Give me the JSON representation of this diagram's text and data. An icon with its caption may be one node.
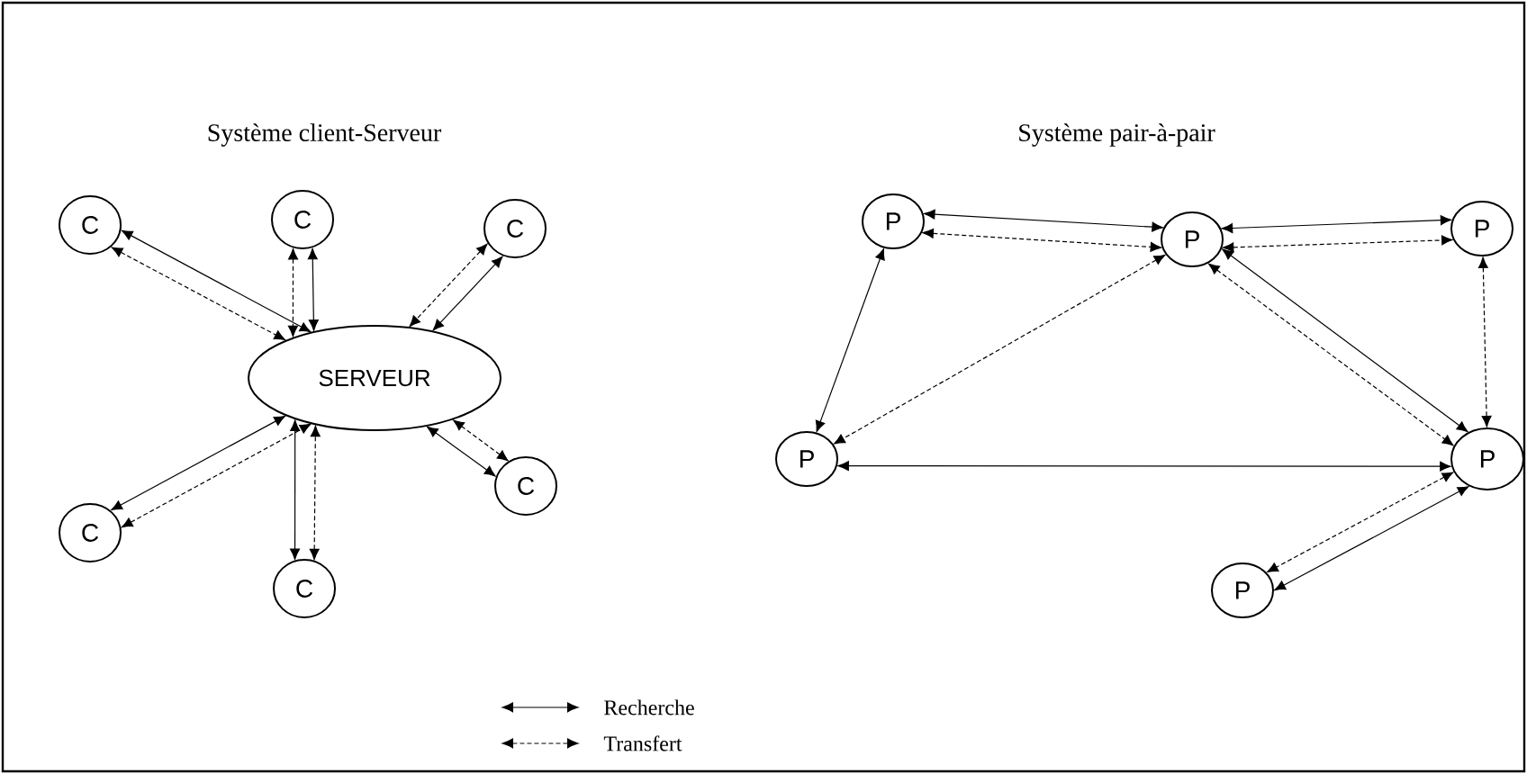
{
  "diagram": {
    "nodes": [
      {
        "text": [
          "SERVEUR"
        ]
      },
      {
        "text": [
          "C"
        ]
      },
      {
        "text": [
          "C"
        ]
      },
      {
        "text": [
          "C"
        ]
      },
      {
        "text": [
          "C"
        ]
      },
      {
        "text": [
          "C"
        ]
      },
      {
        "text": [
          "C"
        ]
      },
      {
        "text": [
          "P"
        ]
      },
      {
        "text": [
          "P"
        ]
      },
      {
        "text": [
          "P"
        ]
      },
      {
        "text": [
          "P"
        ]
      },
      {
        "text": [
          "P"
        ]
      },
      {
        "text": [
          "P"
        ]
      }
    ],
    "edges": [
      {
        "from": 1,
        "to": 0,
        "arrow": "both"
      },
      {
        "from": 1,
        "to": 0,
        "arrow": "both",
        "style": "dashed"
      },
      {
        "from": 2,
        "to": 0,
        "arrow": "both"
      },
      {
        "from": 2,
        "to": 0,
        "arrow": "both",
        "style": "dashed"
      },
      {
        "from": 3,
        "to": 0,
        "arrow": "both"
      },
      {
        "from": 3,
        "to": 0,
        "arrow": "both",
        "style": "dashed"
      },
      {
        "from": 4,
        "to": 0,
        "arrow": "both"
      },
      {
        "from": 4,
        "to": 0,
        "arrow": "both",
        "style": "dashed"
      },
      {
        "from": 5,
        "to": 0,
        "arrow": "both"
      },
      {
        "from": 5,
        "to": 0,
        "arrow": "both",
        "style": "dashed"
      },
      {
        "from": 6,
        "to": 0,
        "arrow": "both"
      },
      {
        "from": 6,
        "to": 0,
        "arrow": "both",
        "style": "dashed"
      },
      {
        "from": 7,
        "to": 8,
        "arrow": "both"
      },
      {
        "from": 7,
        "to": 8,
        "arrow": "both",
        "style": "dashed"
      },
      {
        "from": 8,
        "to": 9,
        "arrow": "both"
      },
      {
        "from": 8,
        "to": 9,
        "arrow": "both",
        "style": "dashed"
      },
      {
        "from": 7,
        "to": 10,
        "arrow": "both"
      },
      {
        "from": 8,
        "to": 10,
        "arrow": "both",
        "style": "dashed"
      },
      {
        "from": 8,
        "to": 11,
        "arrow": "both"
      },
      {
        "from": 8,
        "to": 11,
        "arrow": "both",
        "style": "dashed"
      },
      {
        "from": 9,
        "to": 11,
        "arrow": "both",
        "style": "dashed"
      },
      {
        "from": 10,
        "to": 11,
        "arrow": "both"
      },
      {
        "from": 11,
        "to": 12,
        "arrow": "both"
      },
      {
        "from": 11,
        "to": 12,
        "arrow": "both",
        "style": "dashed"
      }
    ],
    "labels": [
      "Système client-Serveur",
      "Système pair-à-pair"
    ],
    "legend": [
      {
        "text": "Recherche"
      },
      {
        "text": "Transfert"
      }
    ]
  }
}
